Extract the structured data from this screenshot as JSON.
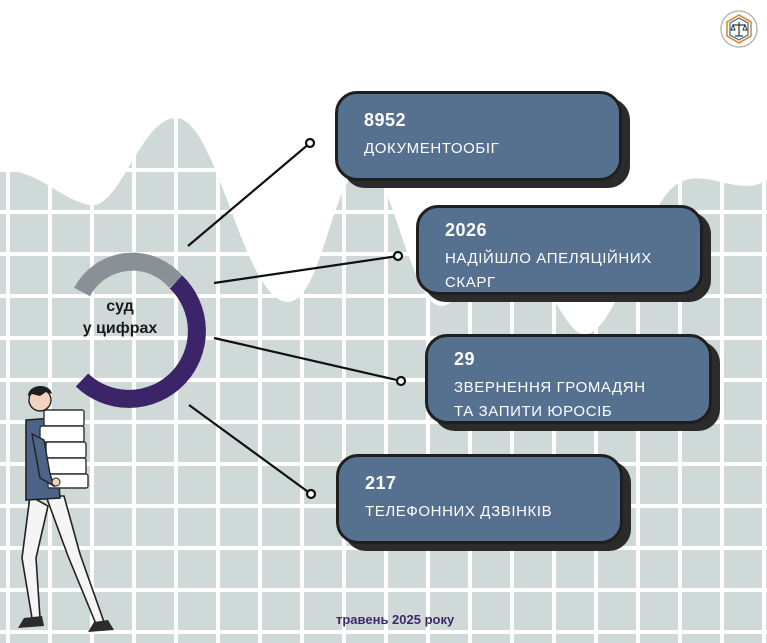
{
  "title": {
    "line1": "суд",
    "line2": "у цифрах"
  },
  "stats": [
    {
      "value": "8952",
      "label": "ДОКУМЕНТООБІГ"
    },
    {
      "value": "2026",
      "label_line1": "НАДІЙШЛО АПЕЛЯЦІЙНИХ",
      "label_line2": "СКАРГ"
    },
    {
      "value": "29",
      "label_line1": "ЗВЕРНЕННЯ ГРОМАДЯН",
      "label_line2": "ТА ЗАПИТИ ЮРОСІБ"
    },
    {
      "value": "217",
      "label": "ТЕЛЕФОННИХ ДЗВІНКІВ"
    }
  ],
  "footer": {
    "date": "травень 2025 року"
  },
  "colors": {
    "card_fill": "#56708f",
    "ring_gray": "#8a9196",
    "ring_purple": "#3b2467",
    "grid_fill": "#cfd9d8",
    "date_text": "#3d2a6a"
  },
  "icons": {
    "logo": "court-emblem-icon",
    "person": "person-carrying-documents-illustration"
  }
}
